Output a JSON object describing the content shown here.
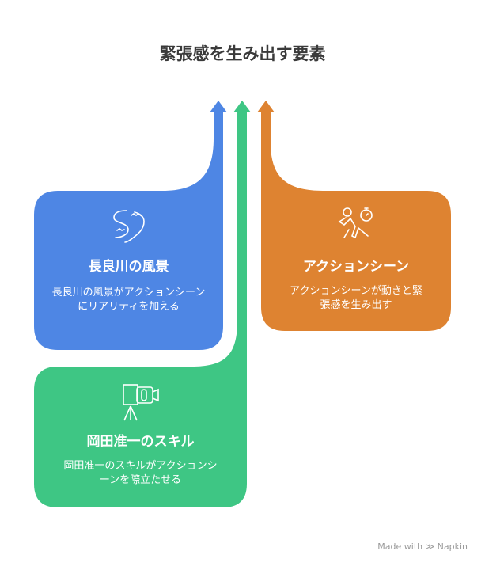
{
  "title": "緊張感を生み出す要素",
  "colors": {
    "blue": "#4e86e4",
    "green": "#3ec684",
    "orange": "#de8331"
  },
  "cards": [
    {
      "title": "長良川の風景",
      "description": "長良川の風景がアクションシーンにリアリティを加える",
      "icon": "river-icon"
    },
    {
      "title": "岡田准一のスキル",
      "description": "岡田准一のスキルがアクションシーンを際立たせる",
      "icon": "movie-camera-icon"
    },
    {
      "title": "アクションシーン",
      "description": "アクションシーンが動きと緊張感を生み出す",
      "icon": "running-stopwatch-icon"
    }
  ],
  "footer": {
    "made_with": "Made with",
    "brand": "Napkin"
  }
}
